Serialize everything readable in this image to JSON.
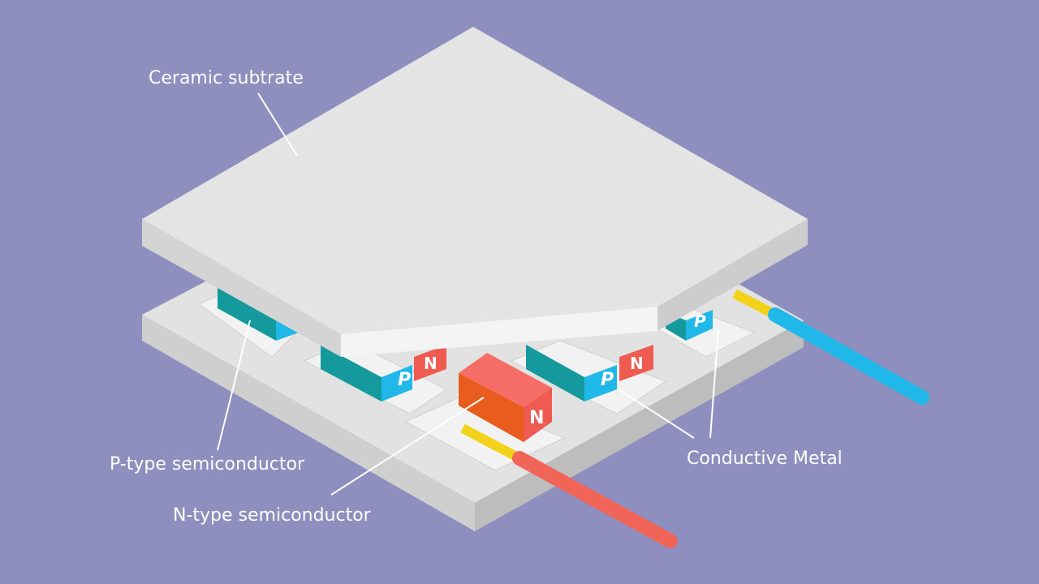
{
  "labels": {
    "ceramic": "Ceramic subtrate",
    "p_type": "P-type semiconductor",
    "n_type": "N-type semiconductor",
    "metal": "Conductive Metal"
  },
  "blocks": {
    "p": "P",
    "n": "N"
  },
  "colors": {
    "background": "#8e8fbf",
    "ceramic": "#e4e4e4",
    "p_top": "#149a9c",
    "p_front": "#1fb8e8",
    "n_front": "#ef5b50",
    "n_side": "#e85d1e",
    "wire_red": "#f06558",
    "wire_blue": "#1fb8e8",
    "wire_core": "#f2d21b"
  }
}
